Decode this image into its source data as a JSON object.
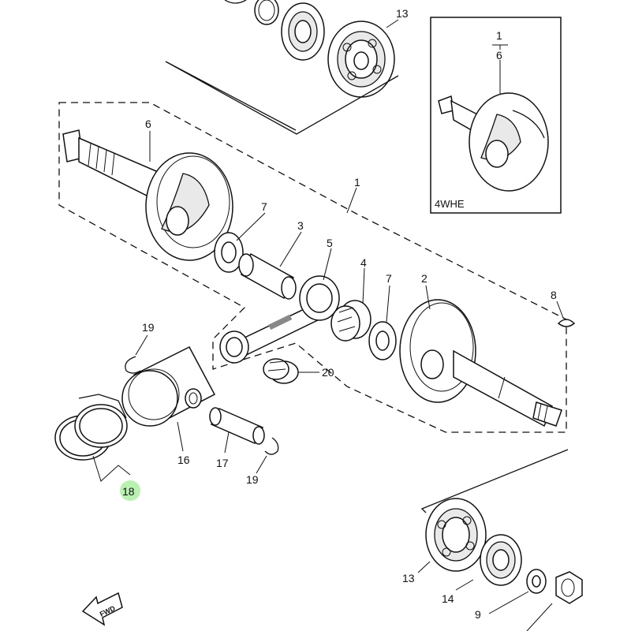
{
  "callouts": {
    "c1": "1",
    "c2": "2",
    "c3": "3",
    "c4": "4",
    "c5": "5",
    "c6": "6",
    "c7a": "7",
    "c7b": "7",
    "c8": "8",
    "c9": "9",
    "c13a": "13",
    "c13b": "13",
    "c14": "14",
    "c16": "16",
    "c17": "17",
    "c18": "18",
    "c19a": "19",
    "c19b": "19",
    "c20": "20"
  },
  "inset": {
    "top_label": "1",
    "sub_label": "6",
    "model": "4WHE"
  },
  "fwd": "FWD",
  "highlight_color": "#b9f2b0"
}
